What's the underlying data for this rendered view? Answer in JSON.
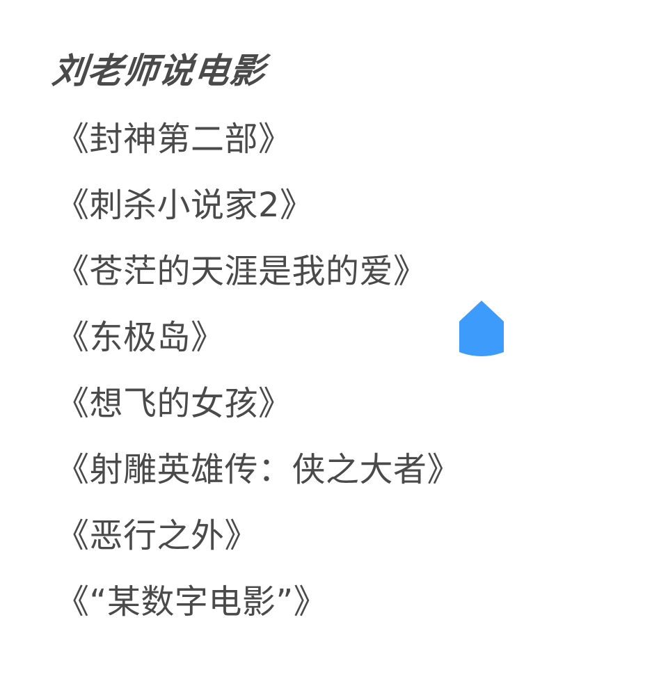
{
  "title": "刘老师说电影",
  "movies": [
    {
      "label": "《封神第二部》"
    },
    {
      "label": "《刺杀小说家2》"
    },
    {
      "label": "《苍茫的天涯是我的爱》"
    },
    {
      "label": "《东极岛》"
    },
    {
      "label": "《想飞的女孩》"
    },
    {
      "label": "《射雕英雄传：侠之大者》"
    },
    {
      "label": "《恶行之外》"
    },
    {
      "label": "《“某数字电影”》"
    }
  ],
  "selection_handle": {
    "icon": "text-selection-handle-icon",
    "color": "#3d9bfb"
  },
  "colors": {
    "text": "#4a4a4a",
    "background": "#ffffff"
  }
}
